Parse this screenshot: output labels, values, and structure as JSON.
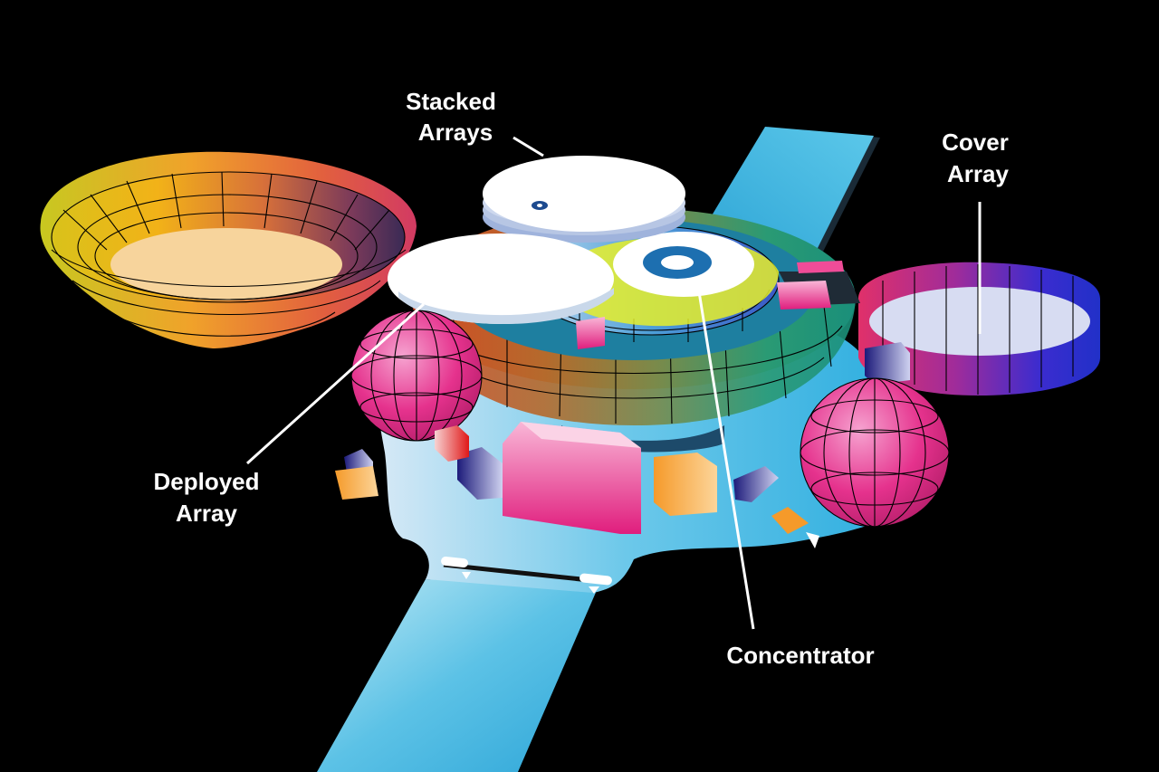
{
  "labels": {
    "stacked_arrays": [
      "Stacked",
      "Arrays"
    ],
    "cover_array": [
      "Cover",
      "Array"
    ],
    "deployed_array": [
      "Deployed",
      "Array"
    ],
    "concentrator": "Concentrator"
  },
  "colors": {
    "background": "#000000",
    "panel_blue": "#4fb8df",
    "label": "#ffffff",
    "sphere_magenta": "#e8348f"
  }
}
